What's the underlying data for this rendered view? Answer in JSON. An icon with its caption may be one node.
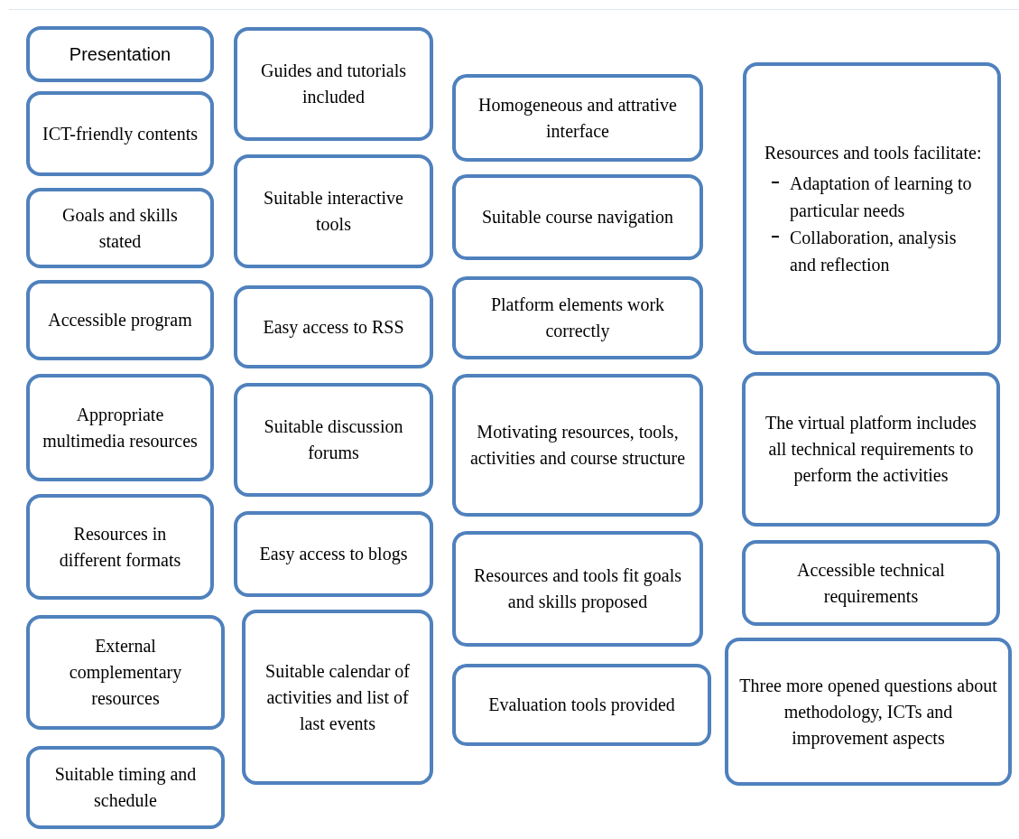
{
  "diagram": {
    "nodes": [
      {
        "text": [
          "Presentation"
        ]
      },
      {
        "text": [
          "ICT-friendly contents"
        ]
      },
      {
        "text": [
          "Goals and skills stated"
        ]
      },
      {
        "text": [
          "Accessible program"
        ]
      },
      {
        "text": [
          "Appropriate multimedia resources"
        ]
      },
      {
        "text": [
          "Resources in different formats"
        ]
      },
      {
        "text": [
          "External complementary resources"
        ]
      },
      {
        "text": [
          "Suitable timing and schedule"
        ]
      },
      {
        "text": [
          "Guides and tutorials included"
        ]
      },
      {
        "text": [
          "Suitable interactive tools"
        ]
      },
      {
        "text": [
          "Easy access to RSS"
        ]
      },
      {
        "text": [
          "Suitable discussion forums"
        ]
      },
      {
        "text": [
          "Easy access to blogs"
        ]
      },
      {
        "text": [
          "Suitable calendar of activities and list of last events"
        ]
      },
      {
        "text": [
          "Homogeneous and attrative interface"
        ]
      },
      {
        "text": [
          "Suitable course navigation"
        ]
      },
      {
        "text": [
          "Platform elements work correctly"
        ]
      },
      {
        "text": [
          "Motivating resources, tools, activities and course structure"
        ]
      },
      {
        "text": [
          "Resources and tools fit goals and skills proposed"
        ]
      },
      {
        "text": [
          "Evaluation tools provided"
        ]
      },
      {
        "text": [
          "Resources and tools facilitate:",
          "Adaptation of learning to particular needs",
          "Collaboration, analysis and reflection"
        ]
      },
      {
        "text": [
          "The virtual platform includes all technical requirements to perform the activities"
        ]
      },
      {
        "text": [
          "Accessible technical requirements"
        ]
      },
      {
        "text": [
          "Three more opened questions about methodology, ICTs and improvement aspects"
        ]
      }
    ]
  }
}
